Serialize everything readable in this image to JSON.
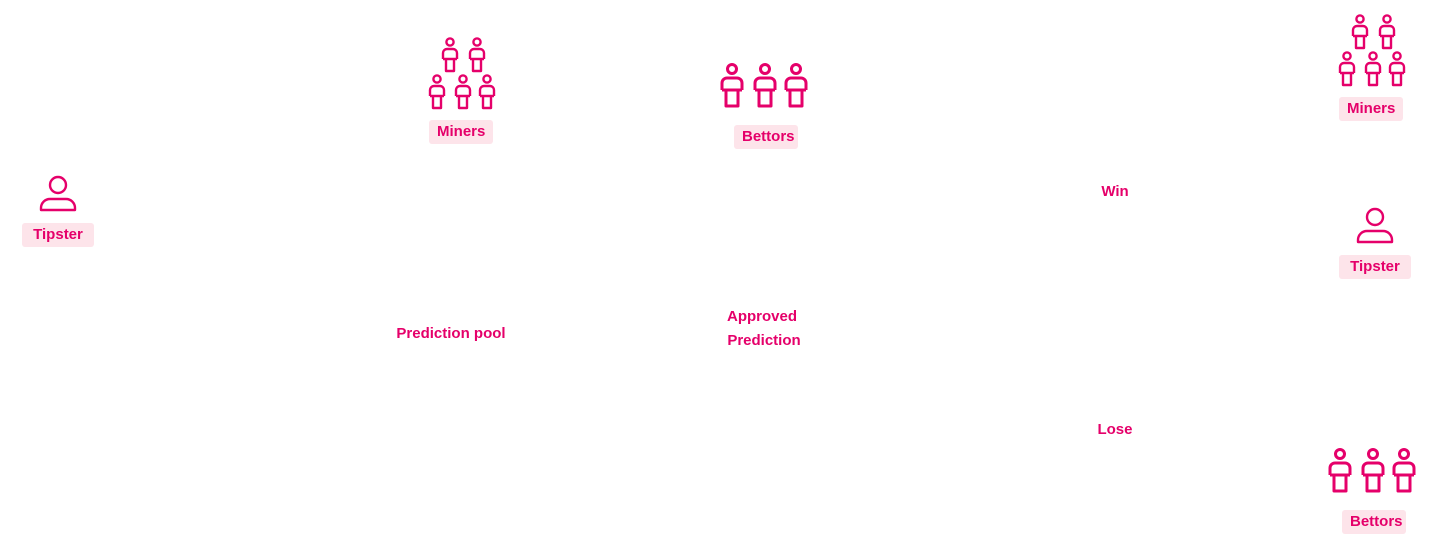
{
  "colors": {
    "accent": "#e5006a",
    "tag_bg": "#fde4ea"
  },
  "icons": {
    "tipster": "person-outline-icon",
    "miners": "people-group-icon",
    "bettors": "people-group-icon"
  },
  "left_tipster": {
    "label": "Tipster"
  },
  "left_miners": {
    "label": "Miners"
  },
  "left_bettors": {
    "label": "Bettors"
  },
  "prediction_pool": {
    "label": "Prediction pool"
  },
  "approved_prediction": {
    "line1": "Approved",
    "line2": "Prediction"
  },
  "outcome_win": {
    "label": "Win"
  },
  "outcome_lose": {
    "label": "Lose"
  },
  "right_miners": {
    "label": "Miners"
  },
  "right_tipster": {
    "label": "Tipster"
  },
  "right_bettors": {
    "label": "Bettors"
  }
}
